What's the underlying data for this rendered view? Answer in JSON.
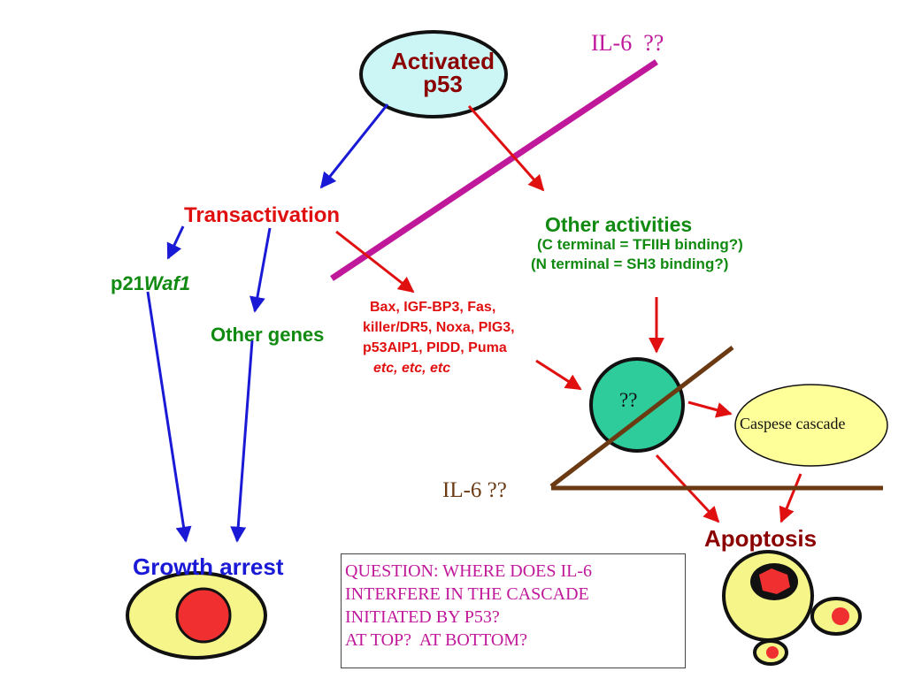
{
  "nodes": {
    "activated_p53": [
      "Activated",
      "p53"
    ],
    "transactivation": "Transactivation",
    "p21_prefix": "p21",
    "p21_suffix": "Waf1",
    "other_genes": "Other genes",
    "genes_list": [
      "Bax, IGF-BP3, Fas,",
      "killer/DR5, Noxa, PIG3,",
      "p53AIP1, PIDD, Puma",
      "etc, etc, etc"
    ],
    "other_activities": {
      "title": "Other activities",
      "lines": [
        "(C terminal = TFIIH binding?)",
        "(N terminal = SH3 binding?)"
      ]
    },
    "unknown_node": "??",
    "caspase": "Caspese cascade",
    "il6_top": "IL-6  ??",
    "il6_bottom": "IL-6 ??",
    "apoptosis": "Apoptosis",
    "growth_arrest": "Growth arrest"
  },
  "question": [
    "QUESTION: WHERE DOES IL-6",
    "INTERFERE IN THE CASCADE",
    "INITIATED BY P53?",
    "AT TOP?  AT BOTTOM?"
  ],
  "colors": {
    "blue_arrow": "#1a1ad6",
    "red_arrow": "#e01010",
    "magenta_line": "#c0189a",
    "brown_line": "#6b3a12",
    "green_text": "#118a11",
    "red_text": "#e01010",
    "darkred_text": "#8b0000",
    "cyan_fill": "#ccf5f5",
    "teal_fill": "#2ecc9a",
    "yellow_fill": "#ffff99",
    "cell_fill": "#f5f58a",
    "nucleus_red": "#f03030",
    "question_text": "#c0189a",
    "growth_arrest_text": "#1a1ad6"
  }
}
